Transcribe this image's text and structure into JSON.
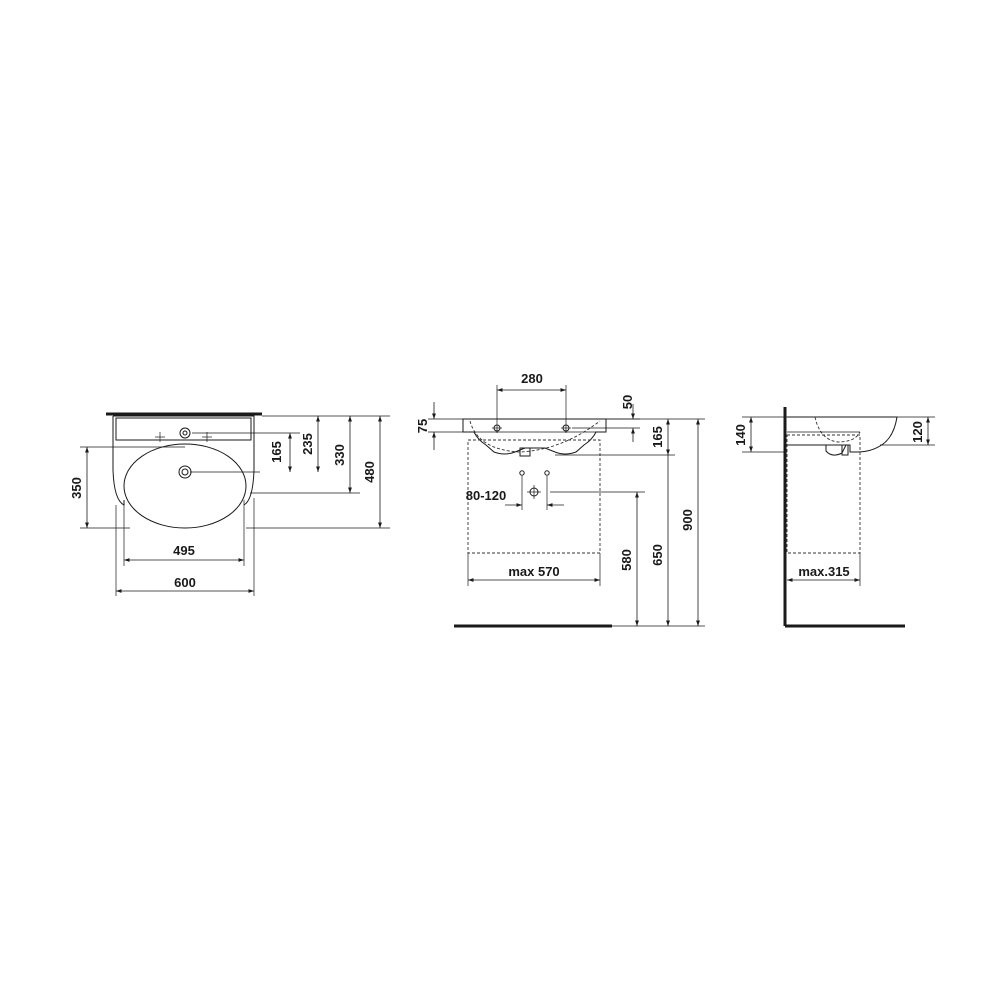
{
  "top_view": {
    "dim_width_600": "600",
    "dim_bowl_495": "495",
    "dim_depth_350": "350",
    "dim_tap_165": "165",
    "dim_235": "235",
    "dim_330": "330",
    "dim_depth_480": "480"
  },
  "front_view": {
    "dim_tap_holes_280": "280",
    "dim_rim_50": "50",
    "dim_rim_75": "75",
    "dim_165": "165",
    "dim_drain_spacing": "80-120",
    "dim_cabinet_width": "max 570",
    "dim_580": "580",
    "dim_650": "650",
    "dim_900": "900"
  },
  "side_view": {
    "dim_140": "140",
    "dim_120": "120",
    "dim_cabinet_depth": "max.315"
  }
}
